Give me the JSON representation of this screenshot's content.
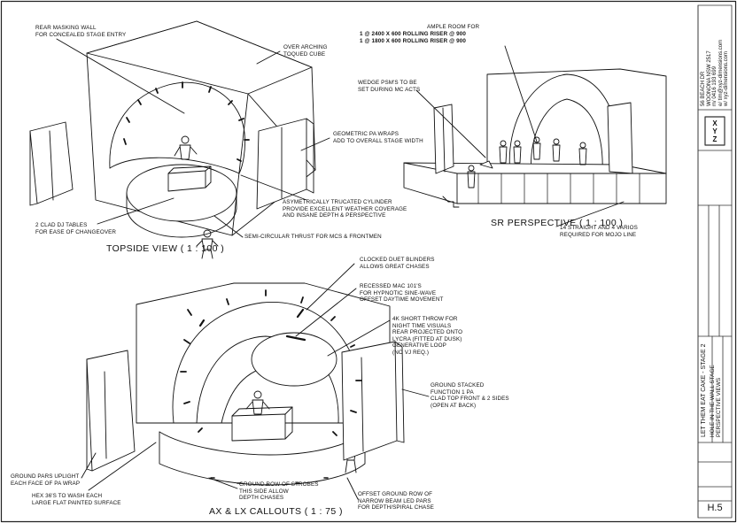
{
  "topside": {
    "title": "TOPSIDE VIEW ( 1 : 100 )",
    "notes": {
      "rear_masking": "REAR MASKING WALL\nFOR CONCEALED STAGE ENTRY",
      "over_arching": "OVER ARCHING\nTOQUED CUBE",
      "geometric": "GEOMETRIC PA WRAPS\nADD TO OVERALL STAGE WIDTH",
      "asym": "ASYMETRICALLY TRUCATED CYLINDER\nPROVIDE EXCELLENT WEATHER COVERAGE\nAND INSANE DEPTH & PERSPECTIVE",
      "dj_tables": "2 CLAD DJ TABLES\nFOR EASE OF CHANGEOVER",
      "thrust": "SEMI-CIRCULAR THRUST FOR MCS & FRONTMEN"
    }
  },
  "sr": {
    "title": "SR PERSPECTIVE ( 1 : 100 )",
    "notes": {
      "ample_1": "AMPLE ROOM FOR",
      "ample_2": "1 @ 2400 X 600 ROLLING RISER @ 900",
      "ample_3": "1 @ 1800 X 600 ROLLING RISER @ 900",
      "wedge": "WEDGE PSM'S TO BE\nSET DURING MC ACTS",
      "straight": "14 STRAIGHT AND 4 VARIOS\nREQUIRED FOR MOJO LINE"
    }
  },
  "axlx": {
    "title": "AX & LX CALLOUTS ( 1 : 75 )",
    "notes": {
      "clocked": "CLOCKED DUET BLINDERS\nALLOWS GREAT CHASES",
      "recessed": "RECESSED MAC 101'S\nFOR HYPNOTIC SINE-WAVE\nOFFSET DAYTIME MOVEMENT",
      "short_throw": "4K SHORT THROW FOR\nNIGHT TIME VISUALS\nREAR PROJECTED ONTO\nLYCRA (FITTED AT DUSK)\nGENERATIVE LOOP\n(NO VJ REQ.)",
      "ground_stacked": "GROUND STACKED\nFUNCTION 1 PA\nCLAD TOP FRONT & 2 SIDES\n(OPEN AT BACK)",
      "ground_pars": "GROUND PARS UPLIGHT\nEACH FACE OF PA WRAP",
      "hex": "HEX 36'S TO WASH EACH\nLARGE FLAT PAINTED SURFACE",
      "strobes": "GROUND ROW OF STROBES\nTHIS SIDE ALLOW\nDEPTH CHASES",
      "offset": "OFFSET GROUND ROW OF\nNARROW BEAM LED PARS\nFOR DEPTH/SPIRAL CHASE"
    }
  },
  "titleblock": {
    "address": [
      "56 BEACH DR",
      "WOONONA NSW 2517",
      "m/ 0416 193 699",
      "e/ tim@xyz-dimensions.com",
      "w/ xyz-dimensions.com"
    ],
    "logo_text": [
      "X",
      "Y",
      "Z"
    ],
    "project": "LET THEM EAT CAKE - STAGE 2",
    "drawing_title": [
      "HOLE IN THE WALL STAGE",
      "PERSPECTIVE VIEWS"
    ],
    "sheet_number": "H.5"
  }
}
